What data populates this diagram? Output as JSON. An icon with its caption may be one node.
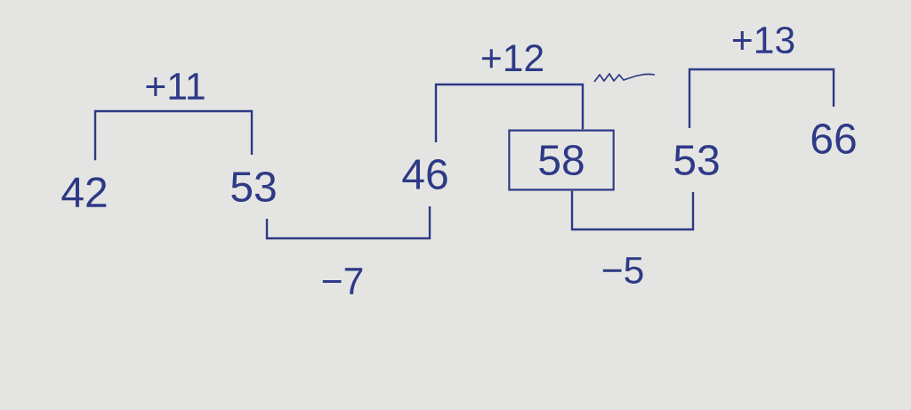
{
  "diagram": {
    "nodes": [
      {
        "text": [
          "42"
        ]
      },
      {
        "text": [
          "53"
        ]
      },
      {
        "text": [
          "46"
        ]
      },
      {
        "text": [
          "58"
        ]
      },
      {
        "text": [
          "53"
        ]
      },
      {
        "text": [
          "66"
        ]
      }
    ],
    "edges": [
      {
        "from": 0,
        "to": 1,
        "arrow": "none",
        "label": "+11"
      },
      {
        "from": 1,
        "to": 2,
        "arrow": "none",
        "label": "−7"
      },
      {
        "from": 2,
        "to": 3,
        "arrow": "none",
        "label": "+12"
      },
      {
        "from": 3,
        "to": 4,
        "arrow": "none",
        "label": "−5"
      },
      {
        "from": 4,
        "to": 5,
        "arrow": "none",
        "label": "+13"
      }
    ]
  }
}
